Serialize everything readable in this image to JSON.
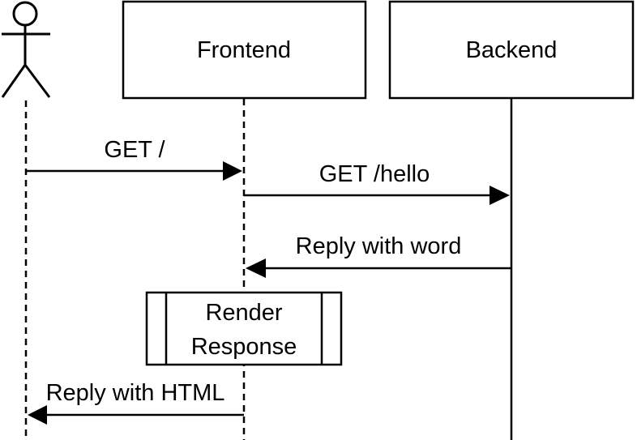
{
  "participants": {
    "frontend": "Frontend",
    "backend": "Backend"
  },
  "messages": [
    {
      "label": "GET /"
    },
    {
      "label": "GET /hello"
    },
    {
      "label": "Reply with word"
    },
    {
      "label": "Reply with HTML"
    }
  ],
  "process": {
    "line1": "Render",
    "line2": "Response"
  },
  "colors": {
    "stroke": "#000000",
    "background": "#ffffff"
  }
}
